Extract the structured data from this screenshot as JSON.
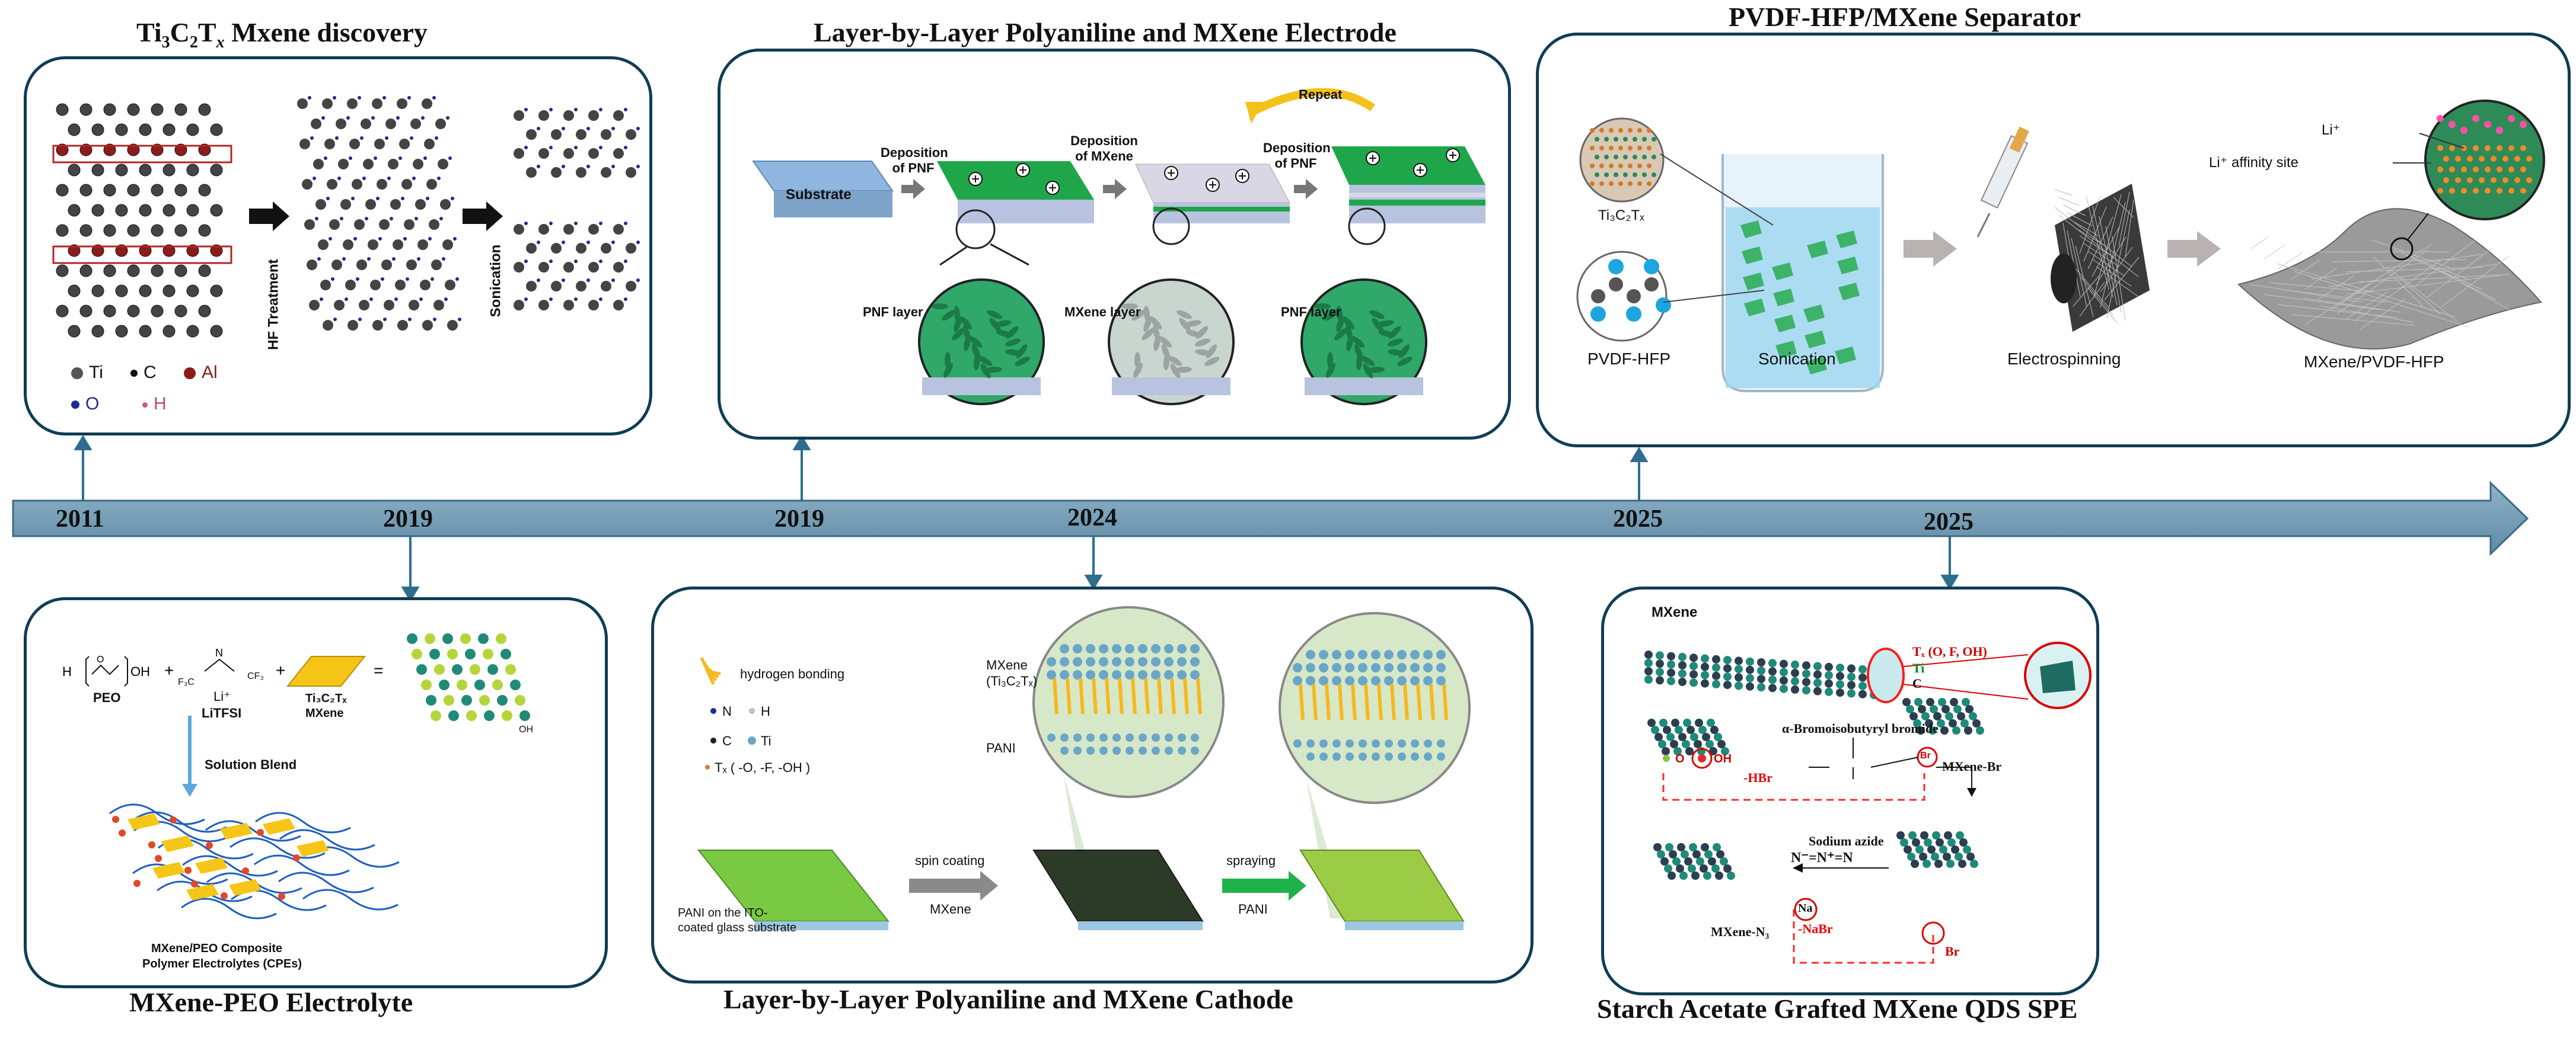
{
  "timeline": {
    "years": [
      "2011",
      "2019",
      "2019",
      "2024",
      "2025",
      "2025"
    ]
  },
  "panels": {
    "mxene_discovery": {
      "title_main": "Ti",
      "title_s1": "3",
      "title_mid": "C",
      "title_s2": "2",
      "title_t": "T",
      "title_s3": "x",
      "title_tail": " Mxene discovery",
      "hf_label": "HF Treatment",
      "sonication_label": "Sonication",
      "legend": [
        "Ti",
        "C",
        "Al",
        "O",
        "H"
      ]
    },
    "lbl_electrode": {
      "title": "Layer-by-Layer Polyaniline and MXene Electrode",
      "substrate": "Substrate",
      "dep_pnf_1": "Deposition of PNF",
      "dep_mxene": "Deposition of MXene",
      "repeat": "Repeat",
      "dep_pnf_2": "Deposition of PNF",
      "pnf_layer_1": "PNF layer",
      "mxene_layer": "MXene layer",
      "pnf_layer_2": "PNF layer"
    },
    "separator": {
      "title": "PVDF-HFP/MXene Separator",
      "ti3c2tx": "Ti₃C₂Tₓ",
      "pvdf_hfp": "PVDF-HFP",
      "sonication": "Sonication",
      "electrospinning": "Electrospinning",
      "product": "MXene/PVDF-HFP",
      "li_plus": "Li⁺",
      "li_affinity": "Li⁺ affinity site"
    },
    "peo": {
      "title": "MXene-PEO Electrolyte",
      "peo": "PEO",
      "litfsi_li": "Li⁺",
      "litfsi": "LiTFSI",
      "ti3c2tx": "Ti₃C₂Tₓ",
      "mxene": "MXene",
      "blend": "Solution Blend",
      "composite_1": "MXene/PEO Composite",
      "composite_2": "Polymer Electrolytes (CPEs)",
      "cf3a": "F₃C",
      "cf3b": "CF₃",
      "oh": "OH",
      "h": "H"
    },
    "cathode": {
      "title": "Layer-by-Layer Polyaniline and MXene Cathode",
      "hbond": "hydrogen bonding",
      "n": "N",
      "h": "H",
      "c": "C",
      "ti": "Ti",
      "tx": "Tₓ ( -O, -F, -OH )",
      "mxene_1": "MXene",
      "mxene_2": "(Ti₃C₂Tₓ)",
      "pani": "PANI",
      "substrate_1": "PANI on the ITO-",
      "substrate_2": "coated glass substrate",
      "spin": "spin coating",
      "spin_mx": "MXene",
      "spray": "spraying",
      "spray_pani": "PANI"
    },
    "starch": {
      "title": "Starch Acetate Grafted MXene QDS SPE",
      "mxene": "MXene",
      "tx": "Tₓ (O, F, OH)",
      "ti": "Ti",
      "c": "C",
      "reagent": "α-Bromoisobutyryl bromide",
      "oh": "OH",
      "o": "O",
      "hbr": "-HBr",
      "mxene_br": "MXene-Br",
      "azide": "Sodium azide",
      "azide_formula": "N⁻=N⁺=N",
      "nabr": "-NaBr",
      "na": "Na",
      "br": "Br",
      "mxene_n3": "MXene-N₃"
    }
  },
  "colors": {
    "panel_border": "#0f3d55",
    "timeline_arrow": "#6e97b1",
    "green_layer": "#20a34a",
    "mxene_teal": "#1f8a78"
  }
}
